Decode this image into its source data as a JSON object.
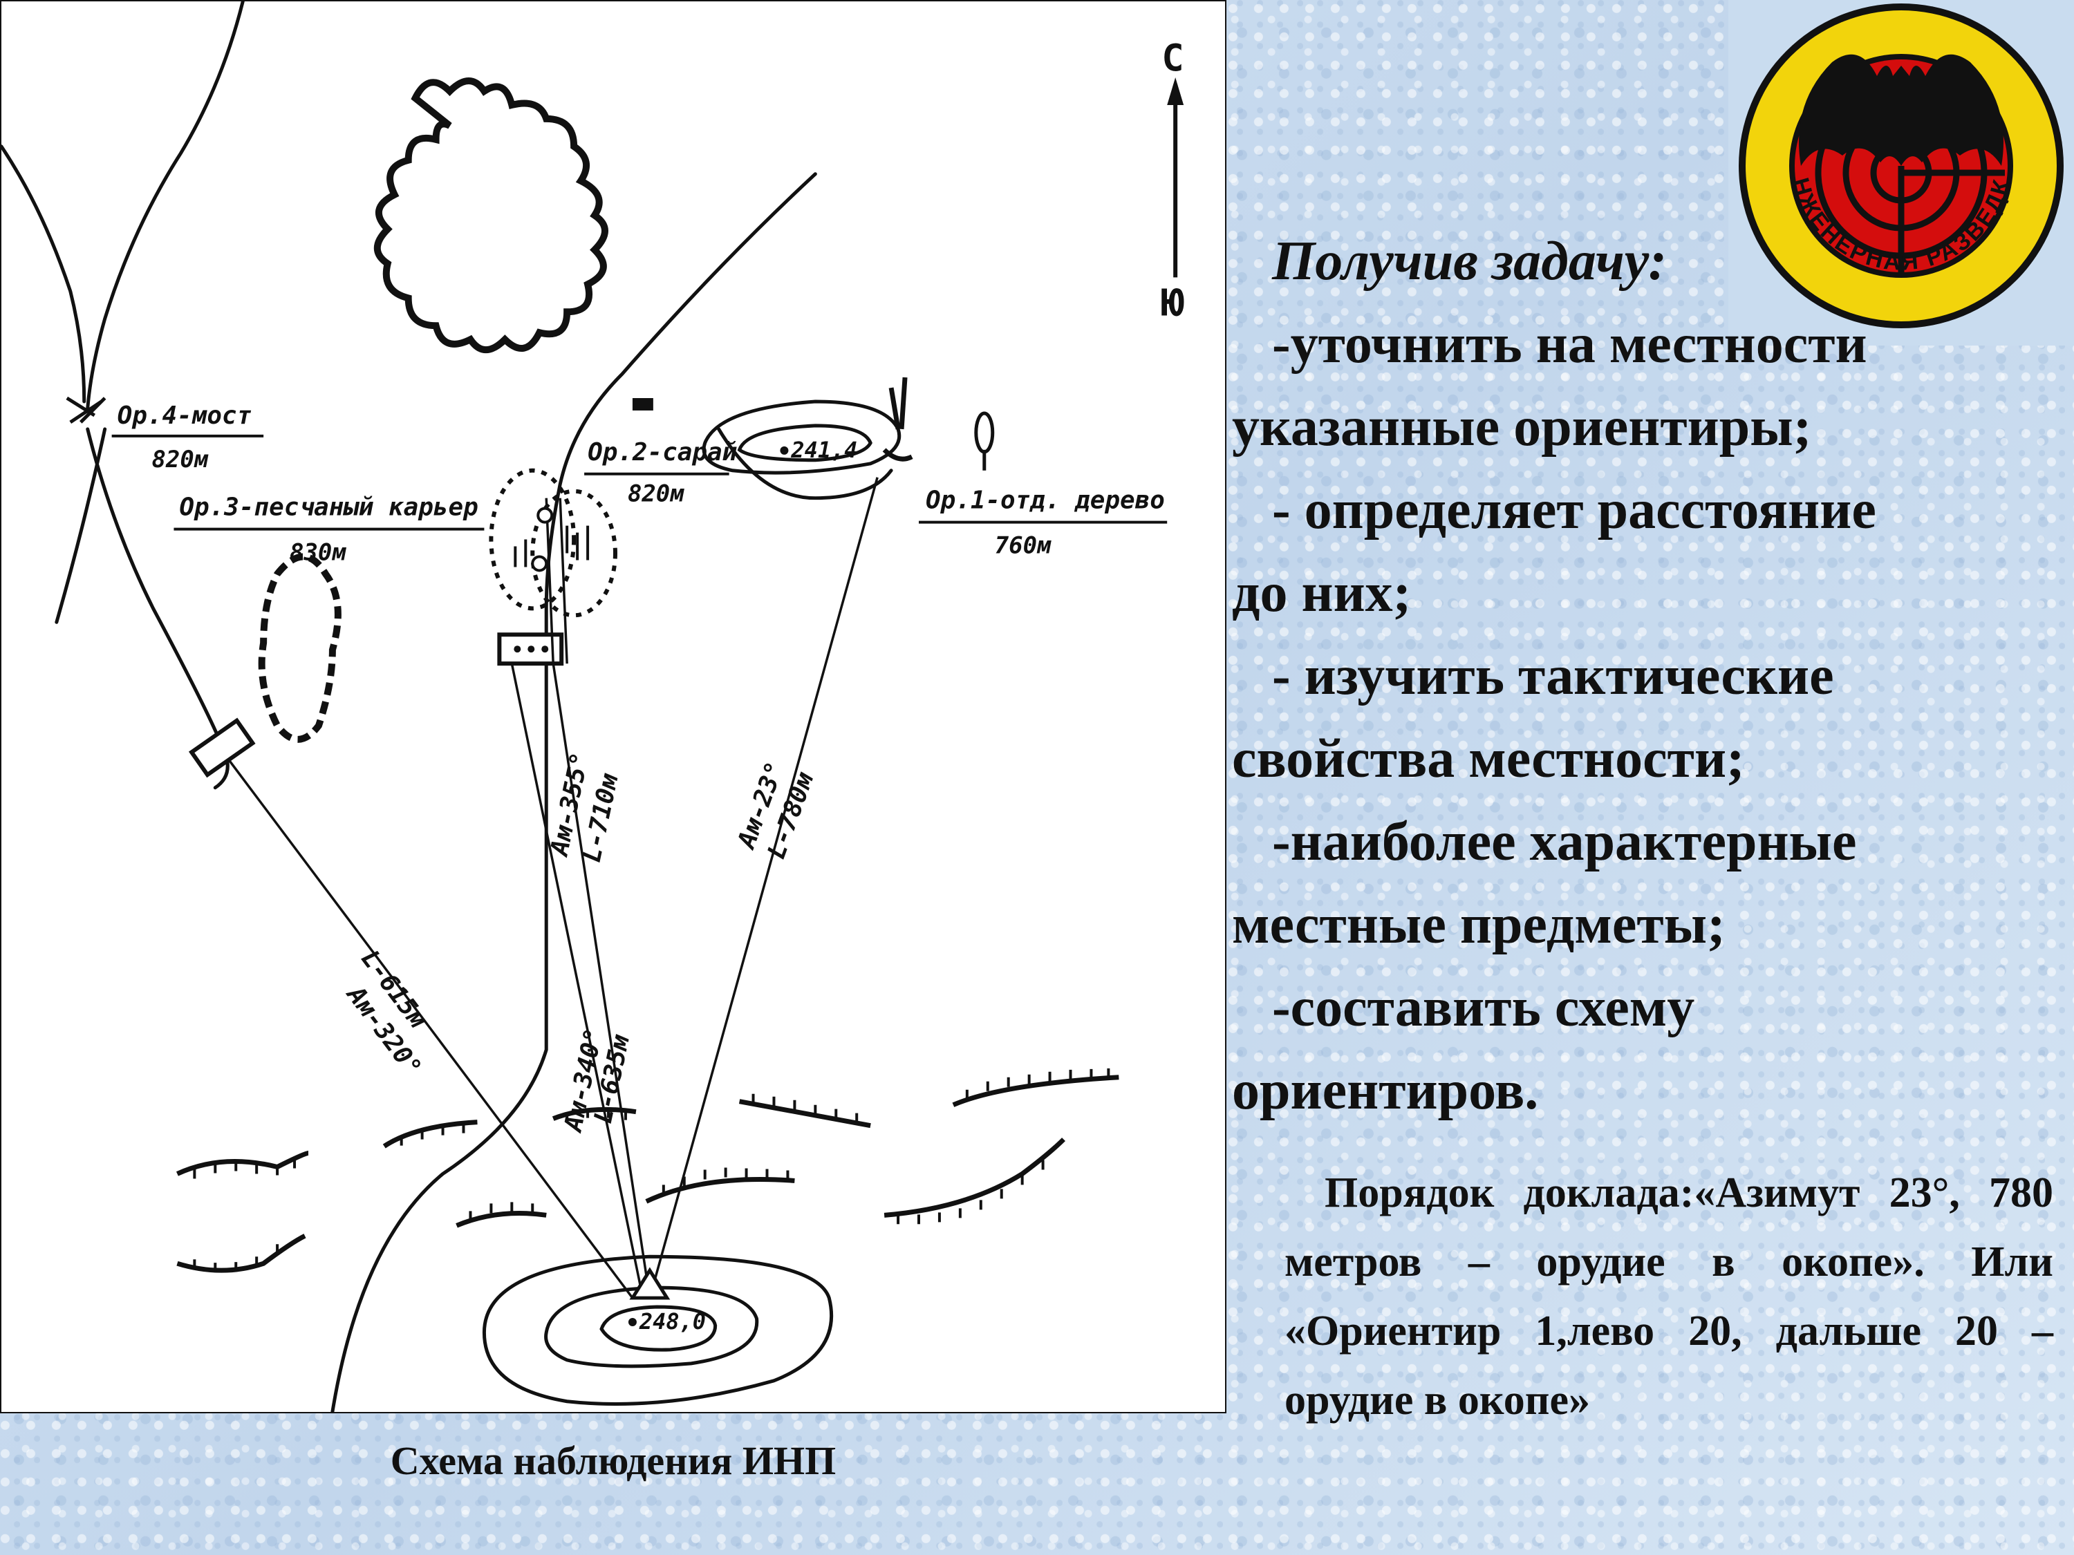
{
  "diagram": {
    "caption": "Схема наблюдения ИНП",
    "compass": {
      "north": "С",
      "south": "Ю"
    },
    "landmarks": [
      {
        "label": "Ор.4-мост",
        "distance": "820м"
      },
      {
        "label": "Ор.2-сарай",
        "distance": "820м"
      },
      {
        "label": "Ор.3-песчаный карьер",
        "distance": "830м"
      },
      {
        "label": "Ор.1-отд. дерево",
        "distance": "760м"
      }
    ],
    "heights": {
      "top": "241,4",
      "bottom": "248,0"
    },
    "rays": [
      {
        "azimuth": "Ам-320°",
        "length": "L-615м"
      },
      {
        "azimuth": "Ам-340°",
        "length": "L-635м"
      },
      {
        "azimuth": "Ам-355°",
        "length": "L-710м"
      },
      {
        "azimuth": "Ам-23°",
        "length": "L-780м"
      }
    ]
  },
  "badge": {
    "text": "ИНЖЕНЕРНАЯ РАЗВЕДКА",
    "colors": {
      "ring": "#f2d40c",
      "center": "#d40d0d",
      "bat": "#000000"
    }
  },
  "tasks": {
    "heading": "Получив задачу:",
    "items": [
      {
        "dash": "-",
        "first": "уточнить на местности",
        "rest": "указанные ориентиры;"
      },
      {
        "dash": "-",
        "first": " определяет расстояние",
        "rest": "до них;"
      },
      {
        "dash": "-",
        "first": " изучить тактические",
        "rest": "свойства местности;"
      },
      {
        "dash": "-",
        "first": "наиболее характерные",
        "rest": "местные предметы;"
      },
      {
        "dash": "-",
        "first": "составить схему",
        "rest": "ориентиров."
      }
    ]
  },
  "report": "Порядок доклада:«Азимут 23°, 780 метров – орудие в окопе». Или «Ориентир 1,лево 20, дальше 20 – орудие в окопе»"
}
